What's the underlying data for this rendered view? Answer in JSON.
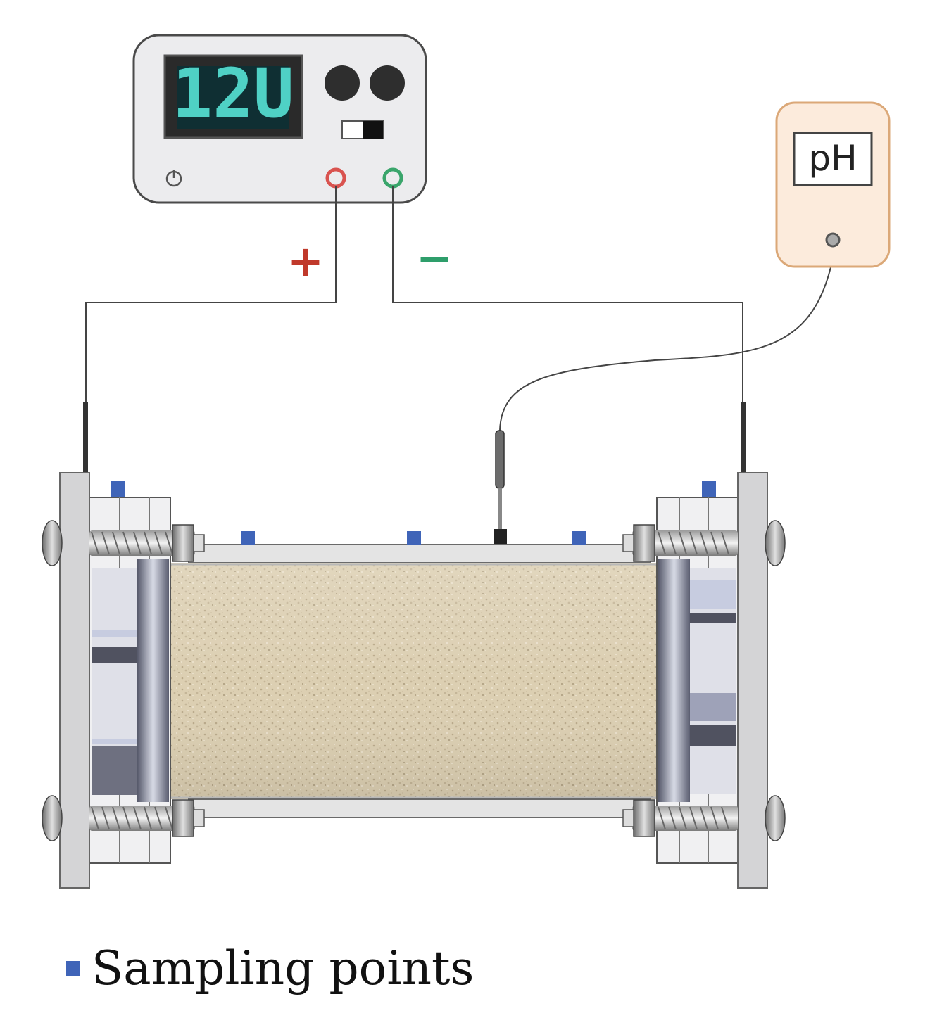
{
  "power_supply": {
    "display_value": "12U",
    "display_color": "#4fd1c5",
    "power_icon": "power-icon"
  },
  "ph_meter": {
    "label": "pH"
  },
  "terminals": {
    "positive_label": "+",
    "negative_label": "−"
  },
  "legend": {
    "label": "Sampling points"
  },
  "colors": {
    "positive": "#c0392b",
    "negative": "#2e9e6b",
    "sampling_point": "#3f64b8",
    "ph_meter_fill": "#fcebdc",
    "ph_meter_border": "#dba878",
    "soil": "#dccfb2"
  }
}
